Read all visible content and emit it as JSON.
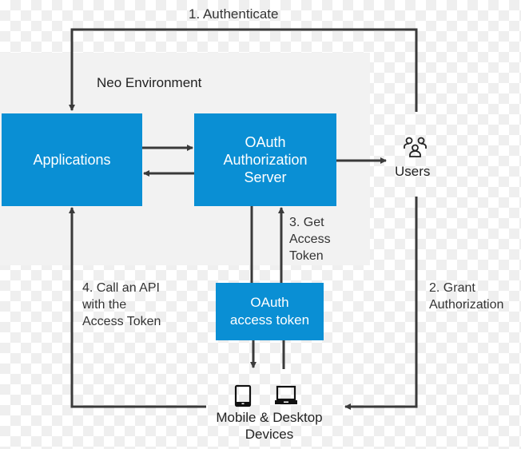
{
  "diagram": {
    "environment": {
      "label": "Neo Environment"
    },
    "nodes": {
      "applications": {
        "label": "Applications"
      },
      "auth_server": {
        "line1": "OAuth",
        "line2": "Authorization",
        "line3": "Server"
      },
      "users": {
        "label": "Users",
        "icon": "users-icon"
      },
      "access_token": {
        "line1": "OAuth",
        "line2": "access token"
      },
      "devices": {
        "line1": "Mobile & Desktop",
        "line2": "Devices",
        "icons": [
          "tablet-icon",
          "laptop-icon"
        ]
      }
    },
    "steps": {
      "step1": "1. Authenticate",
      "step2": {
        "line1": "2. Grant",
        "line2": "Authorization"
      },
      "step3": {
        "line1": "3. Get",
        "line2": "Access",
        "line3": "Token"
      },
      "step4": {
        "line1": "4. Call an API",
        "line2": "with the",
        "line3": "Access Token"
      }
    },
    "colors": {
      "box": "#0a8fd4",
      "arrow": "#3a3a3a",
      "environment": "#f2f2f2"
    }
  }
}
